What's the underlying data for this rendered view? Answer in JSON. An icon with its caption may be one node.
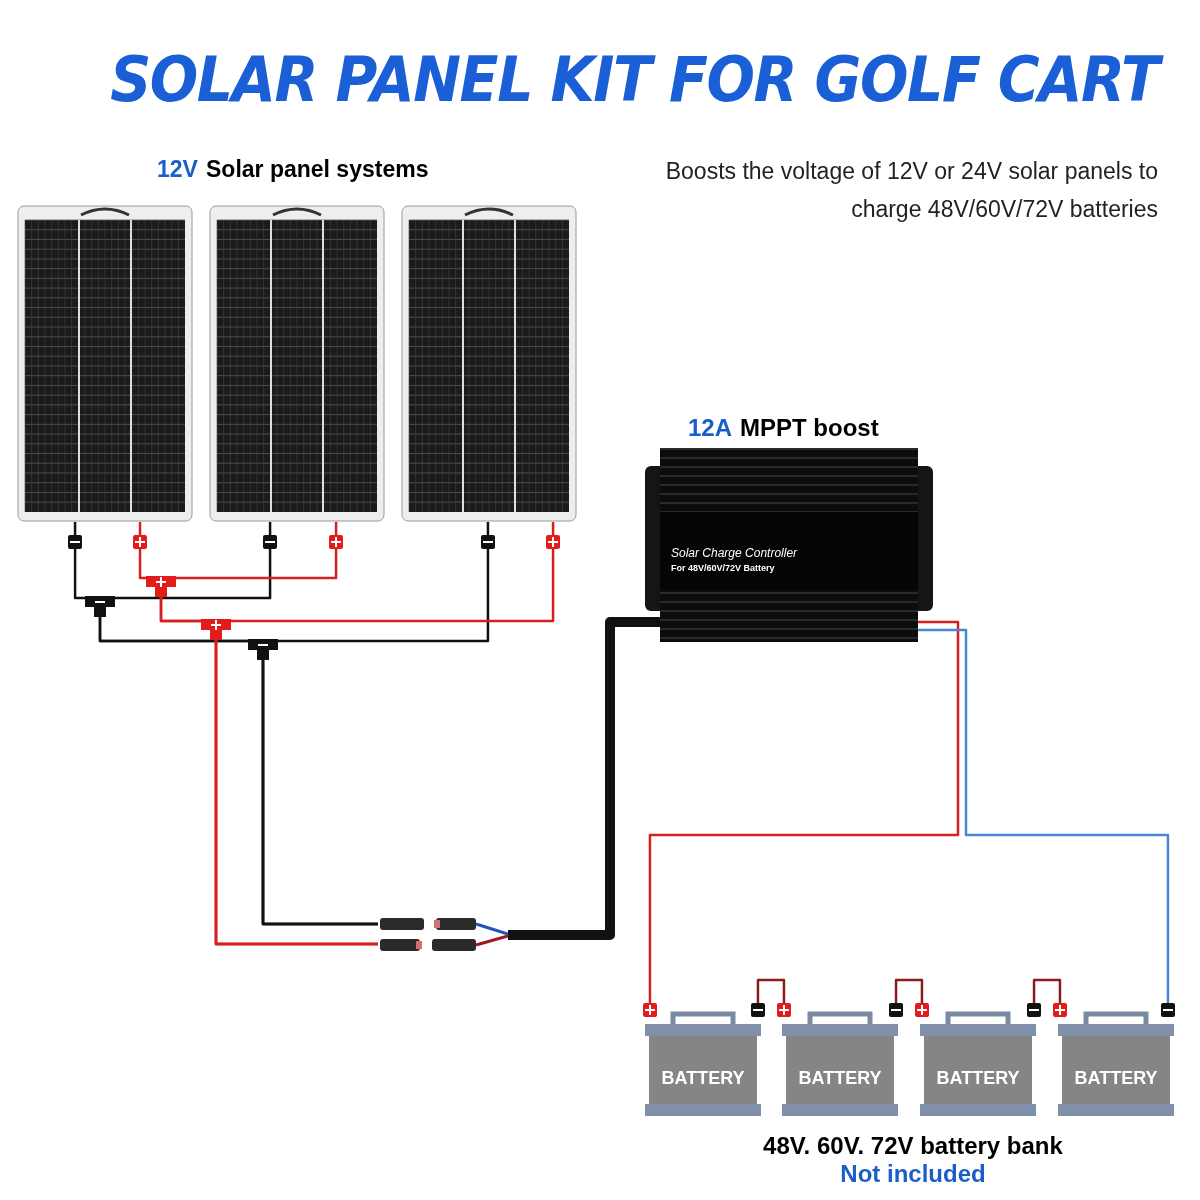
{
  "diagram": {
    "title": "SOLAR PANEL KIT FOR GOLF CART",
    "nodes": [
      {
        "text": [],
        "shape": "picture"
      },
      {
        "text": [],
        "shape": "picture"
      },
      {
        "text": [],
        "shape": "picture"
      },
      {
        "text": [
          "Solar Charge Controller",
          "For 48V/60V/72V Battery"
        ],
        "beside": [
          "12A",
          "MPPT boost"
        ]
      },
      {
        "text": [],
        "shape": "picture"
      },
      {
        "text": [
          "BATTERY"
        ]
      },
      {
        "text": [
          "BATTERY"
        ]
      },
      {
        "text": [
          "BATTERY"
        ]
      },
      {
        "text": [
          "BATTERY"
        ]
      }
    ],
    "edges": [
      {
        "from": 0,
        "to": 4,
        "arrow": "none",
        "color": "#111111"
      },
      {
        "from": 1,
        "to": 4,
        "arrow": "none",
        "color": "#111111"
      },
      {
        "from": 2,
        "to": 4,
        "arrow": "none",
        "color": "#111111"
      },
      {
        "from": 0,
        "to": 4,
        "arrow": "none",
        "color": "#d61f1f"
      },
      {
        "from": 1,
        "to": 4,
        "arrow": "none",
        "color": "#d61f1f"
      },
      {
        "from": 2,
        "to": 4,
        "arrow": "none",
        "color": "#d61f1f"
      },
      {
        "from": 4,
        "to": 3,
        "arrow": "none",
        "style": "thick",
        "color": "#111111"
      },
      {
        "from": 3,
        "to": 5,
        "arrow": "none",
        "color": "#d61f1f"
      },
      {
        "from": 3,
        "to": 8,
        "arrow": "none",
        "color": "#4a86d6"
      },
      {
        "from": 5,
        "to": 6,
        "arrow": "none",
        "color": "#8a1c1c"
      },
      {
        "from": 6,
        "to": 7,
        "arrow": "none",
        "color": "#8a1c1c"
      },
      {
        "from": 7,
        "to": 8,
        "arrow": "none",
        "color": "#8a1c1c"
      }
    ],
    "labels": [
      "12V",
      "Solar panel systems",
      "Boosts the voltage of 12V or 24V solar panels to charge 48V/60V/72V batteries",
      "48V. 60V. 72V battery bank",
      "Not included"
    ]
  }
}
